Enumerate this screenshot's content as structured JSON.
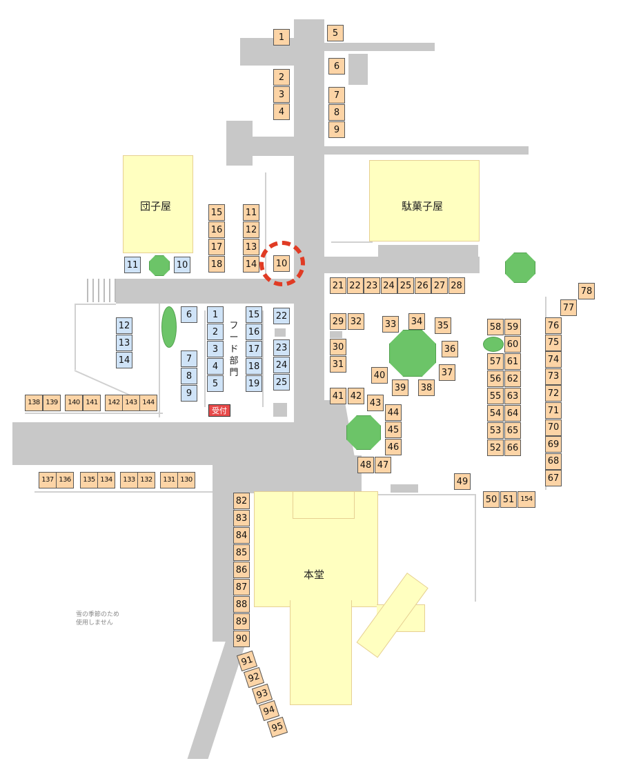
{
  "buildings": {
    "dango": "団子屋",
    "dagashi": "駄菓子屋",
    "hondo": "本堂"
  },
  "food_section": [
    "フ",
    "ー",
    "ド",
    "部",
    "門"
  ],
  "reception": "受付",
  "note": [
    "雪の季節のため",
    "使用しません"
  ],
  "highlighted_stall": "10",
  "colors": {
    "road": "#c8c8c8",
    "building": "#ffffc0",
    "stall_general": "#fcd4a6",
    "stall_food": "#cfe3f7",
    "tree": "#6cc468",
    "reception": "#e84a4a",
    "marker": "#e03b24"
  },
  "stalls_general": [
    "1",
    "2",
    "3",
    "4",
    "5",
    "6",
    "7",
    "8",
    "9",
    "10",
    "11",
    "12",
    "13",
    "14",
    "15",
    "16",
    "17",
    "18",
    "21",
    "22",
    "23",
    "24",
    "25",
    "26",
    "27",
    "28",
    "29",
    "30",
    "31",
    "32",
    "33",
    "34",
    "35",
    "36",
    "37",
    "38",
    "39",
    "40",
    "41",
    "42",
    "43",
    "44",
    "45",
    "46",
    "47",
    "48",
    "49",
    "50",
    "51",
    "52",
    "53",
    "54",
    "55",
    "56",
    "57",
    "58",
    "59",
    "60",
    "61",
    "62",
    "63",
    "64",
    "65",
    "66",
    "67",
    "68",
    "69",
    "70",
    "71",
    "72",
    "73",
    "74",
    "75",
    "76",
    "77",
    "78",
    "82",
    "83",
    "84",
    "85",
    "86",
    "87",
    "88",
    "89",
    "90",
    "91",
    "92",
    "93",
    "94",
    "95",
    "130",
    "131",
    "132",
    "133",
    "134",
    "135",
    "136",
    "137",
    "138",
    "139",
    "140",
    "141",
    "142",
    "143",
    "144",
    "154"
  ],
  "stalls_food": [
    "1",
    "2",
    "3",
    "4",
    "5",
    "6",
    "7",
    "8",
    "9",
    "10",
    "11",
    "12",
    "13",
    "14",
    "15",
    "16",
    "17",
    "18",
    "19",
    "22",
    "23",
    "24",
    "25"
  ]
}
